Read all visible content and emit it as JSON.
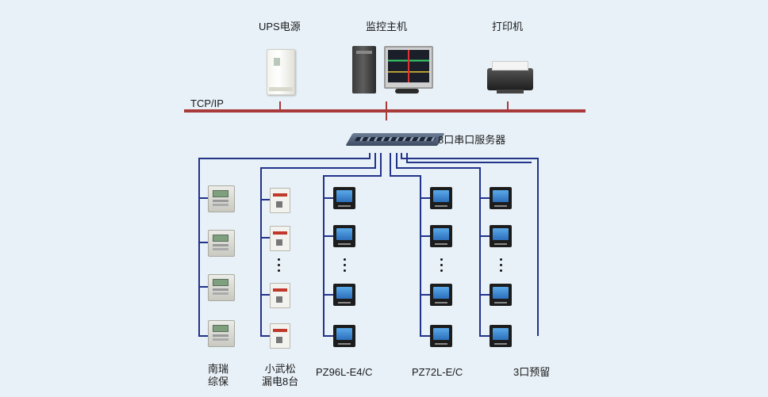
{
  "network": {
    "bus_label": "TCP/IP",
    "bus_color": "#a83a3a",
    "wire_color": "#22338a"
  },
  "top_devices": {
    "ups": {
      "label": "UPS电源"
    },
    "host": {
      "label": "监控主机"
    },
    "printer": {
      "label": "打印机"
    }
  },
  "serial_server": {
    "label": "8口串口服务器"
  },
  "branches": [
    {
      "label_line1": "南瑞",
      "label_line2": "综保"
    },
    {
      "label_line1": "小武松",
      "label_line2": "漏电8台"
    },
    {
      "label_line1": "PZ96L-E4/C",
      "label_line2": ""
    },
    {
      "label_line1": "PZ72L-E/C",
      "label_line2": ""
    },
    {
      "label_line1": "3口预留",
      "label_line2": ""
    }
  ],
  "icons": {
    "ups": "ups-icon",
    "host": "computer-icon",
    "printer": "printer-icon",
    "serial_server": "serial-server-icon",
    "relay": "protection-relay-icon",
    "breaker": "leakage-breaker-icon",
    "meter": "power-meter-icon"
  }
}
